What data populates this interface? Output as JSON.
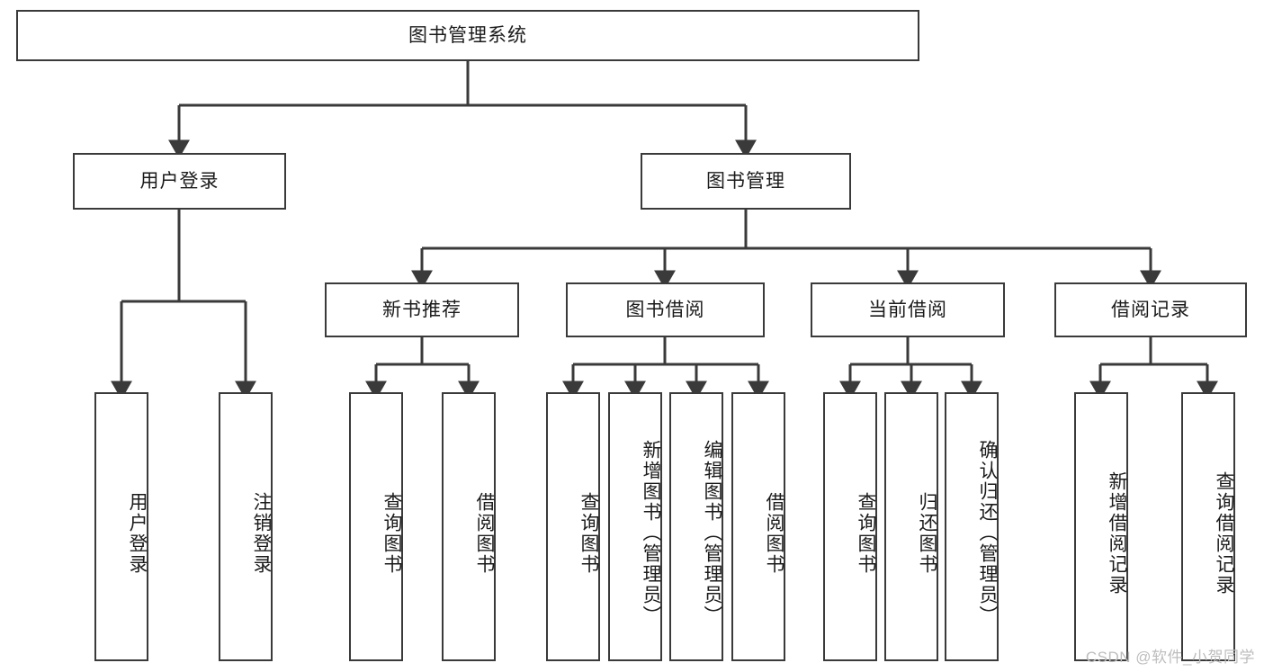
{
  "diagram": {
    "title": "图书管理系统",
    "type": "tree",
    "root": {
      "id": "root",
      "label": "图书管理系统",
      "orientation": "horizontal"
    },
    "level1": [
      {
        "id": "user-login",
        "label": "用户登录",
        "orientation": "horizontal"
      },
      {
        "id": "book-management",
        "label": "图书管理",
        "orientation": "horizontal"
      }
    ],
    "level2": [
      {
        "id": "new-book-recommend",
        "label": "新书推荐",
        "parent": "book-management",
        "orientation": "horizontal"
      },
      {
        "id": "book-borrow",
        "label": "图书借阅",
        "parent": "book-management",
        "orientation": "horizontal"
      },
      {
        "id": "current-borrow",
        "label": "当前借阅",
        "parent": "book-management",
        "orientation": "horizontal"
      },
      {
        "id": "borrow-record",
        "label": "借阅记录",
        "parent": "book-management",
        "orientation": "horizontal"
      }
    ],
    "leaves": [
      {
        "id": "leaf-user-login",
        "label": "用户登录",
        "parent": "user-login",
        "orientation": "vertical"
      },
      {
        "id": "leaf-logout",
        "label": "注销登录",
        "parent": "user-login",
        "orientation": "vertical"
      },
      {
        "id": "leaf-query-book-1",
        "label": "查询图书",
        "parent": "new-book-recommend",
        "orientation": "vertical"
      },
      {
        "id": "leaf-borrow-book-1",
        "label": "借阅图书",
        "parent": "new-book-recommend",
        "orientation": "vertical"
      },
      {
        "id": "leaf-query-book-2",
        "label": "查询图书",
        "parent": "book-borrow",
        "orientation": "vertical"
      },
      {
        "id": "leaf-add-book",
        "label": "新增图书（管理员）",
        "parent": "book-borrow",
        "orientation": "vertical"
      },
      {
        "id": "leaf-edit-book",
        "label": "编辑图书（管理员）",
        "parent": "book-borrow",
        "orientation": "vertical"
      },
      {
        "id": "leaf-borrow-book-2",
        "label": "借阅图书",
        "parent": "book-borrow",
        "orientation": "vertical"
      },
      {
        "id": "leaf-query-book-3",
        "label": "查询图书",
        "parent": "current-borrow",
        "orientation": "vertical"
      },
      {
        "id": "leaf-return-book",
        "label": "归还图书",
        "parent": "current-borrow",
        "orientation": "vertical"
      },
      {
        "id": "leaf-confirm-return",
        "label": "确认归还（管理员）",
        "parent": "current-borrow",
        "orientation": "vertical"
      },
      {
        "id": "leaf-add-record",
        "label": "新增借阅记录",
        "parent": "borrow-record",
        "orientation": "vertical"
      },
      {
        "id": "leaf-query-record",
        "label": "查询借阅记录",
        "parent": "borrow-record",
        "orientation": "vertical"
      }
    ],
    "colors": {
      "stroke": "#3a3a3a",
      "text": "#1b1b1b",
      "background": "#ffffff",
      "watermark": "#bdbdbd"
    }
  },
  "watermark": {
    "text": "CSDN @软件_小贺同学"
  }
}
